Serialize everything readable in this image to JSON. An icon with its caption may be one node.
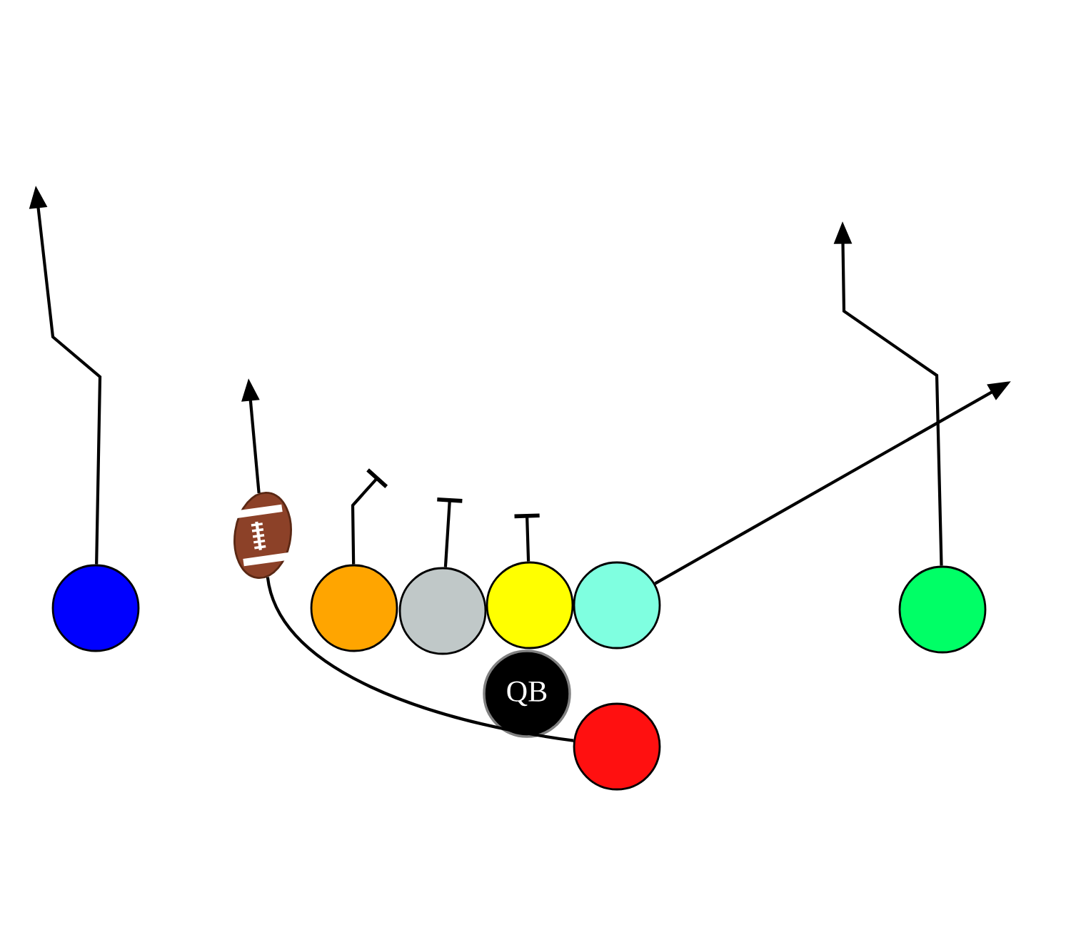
{
  "diagram": {
    "nodes": [
      {
        "text": [],
        "shape": "circle"
      },
      {
        "text": [],
        "shape": "picture"
      },
      {
        "text": [],
        "shape": "circle"
      },
      {
        "text": [],
        "shape": "circle"
      },
      {
        "text": [],
        "shape": "circle"
      },
      {
        "text": [],
        "shape": "circle"
      },
      {
        "text": [
          "QB"
        ]
      },
      {
        "text": [],
        "shape": "circle"
      },
      {
        "text": [],
        "shape": "circle"
      }
    ],
    "edges": [
      {
        "from": 0,
        "to": null,
        "arrow": "to"
      },
      {
        "from": 2,
        "to": null,
        "arrow": "other"
      },
      {
        "from": 3,
        "to": null,
        "arrow": "other"
      },
      {
        "from": 4,
        "to": null,
        "arrow": "other"
      },
      {
        "from": 5,
        "to": null,
        "arrow": "to"
      },
      {
        "from": 7,
        "to": null,
        "arrow": "to"
      },
      {
        "from": 8,
        "to": 1,
        "arrow": "none"
      },
      {
        "from": 1,
        "to": null,
        "arrow": "to"
      }
    ]
  }
}
